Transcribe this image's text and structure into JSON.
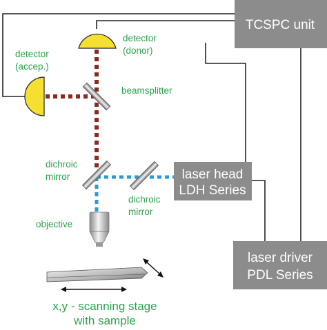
{
  "boxes": {
    "tcspc": "TCSPC unit",
    "laser_head_line1": "laser head",
    "laser_head_line2": "LDH Series",
    "laser_driver_line1": "laser driver",
    "laser_driver_line2": "PDL Series"
  },
  "labels": {
    "detector_donor_line1": "detector",
    "detector_donor_line2": "(donor)",
    "detector_accep_line1": "detector",
    "detector_accep_line2": "(accep.)",
    "beamsplitter": "beamsplitter",
    "dichroic_left_line1": "dichroic",
    "dichroic_left_line2": "mirror",
    "dichroic_right_line1": "dichroic",
    "dichroic_right_line2": "mirror",
    "objective": "objective",
    "stage_line1": "x,y - scanning stage",
    "stage_line2": "with sample"
  },
  "colors": {
    "box_fill": "#8c8c8c",
    "box_text": "#ffffff",
    "label_green": "#2aa34a",
    "emission_beam": "#8b2a22",
    "excitation_beam": "#2b9ad6",
    "detector_fill": "#f5e030",
    "wire": "#222222"
  }
}
